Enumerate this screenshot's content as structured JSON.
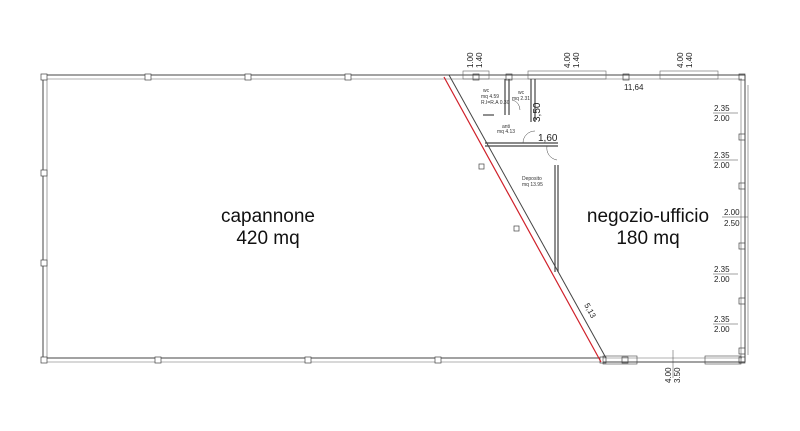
{
  "rooms": {
    "capannone": {
      "name": "capannone",
      "area": "420 mq"
    },
    "negozio": {
      "name": "negozio-ufficio",
      "area": "180 mq"
    },
    "wc1": {
      "name": "wc",
      "area": "mq 4.59",
      "note": "R.I=R.A 0.30"
    },
    "wc2": {
      "name": "wc",
      "area": "mq 2.31"
    },
    "anti": {
      "name": "anti",
      "area": "mq 4.13"
    },
    "deposito": {
      "name": "Deposito",
      "area": "mq 13.95"
    }
  },
  "dimensions": {
    "top_window_1": [
      "1.00",
      "1.40"
    ],
    "top_window_2": [
      "4.00",
      "1.40"
    ],
    "top_window_3": [
      "4.00",
      "1.40"
    ],
    "top_length": "11,64",
    "wc_wall": "3,50",
    "anti_wall": "1,60",
    "diagonal": "5,13",
    "right_windows": [
      [
        "2.35",
        "2.00"
      ],
      [
        "2.35",
        "2.00"
      ],
      [
        "2.00",
        "2.50"
      ],
      [
        "2.35",
        "2.00"
      ],
      [
        "2.35",
        "2.00"
      ]
    ],
    "bottom_door": [
      "4.00",
      "3.50"
    ]
  },
  "colors": {
    "diagonal_line": "#d0202a",
    "walls": "#444444"
  }
}
